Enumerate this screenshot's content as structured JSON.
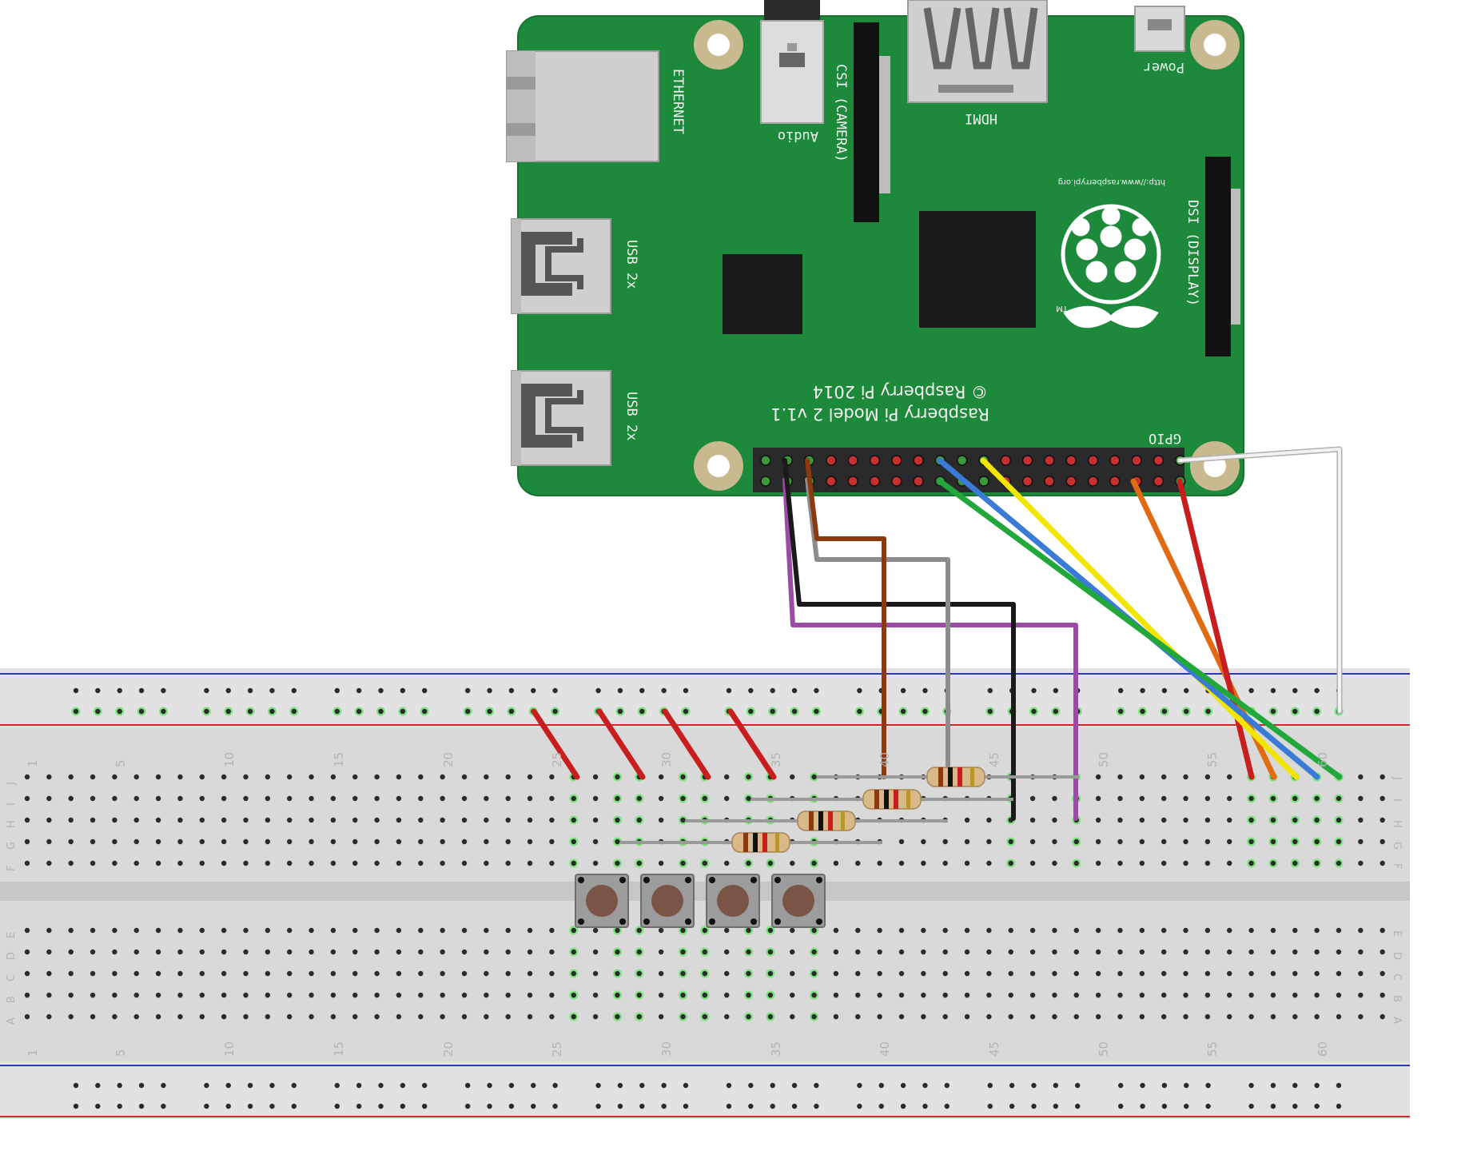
{
  "board": {
    "labels": {
      "ethernet": "ETHERNET",
      "usb_top": "USB 2x",
      "usb_bottom": "USB 2x",
      "audio": "Audio",
      "csi": "CSI (CAMERA)",
      "hdmi": "HDMI",
      "power": "Power",
      "dsi": "DSI (DISPLAY)",
      "url": "http://www.raspberrypi.org",
      "copyright": "© Raspberry Pi 2014",
      "model": "Raspberry Pi Model 2 v1.1",
      "gpio": "GPIO",
      "tm": "TM"
    },
    "colors": {
      "pcb": "#1c8a3a",
      "pcb_edge": "#167230",
      "hole_ring": "#c8b98e"
    }
  },
  "breadboard": {
    "column_numbers": [
      "1",
      "5",
      "10",
      "15",
      "20",
      "25",
      "30",
      "35",
      "40",
      "45",
      "50",
      "55",
      "60"
    ],
    "row_labels_top": [
      "J",
      "I",
      "H",
      "G",
      "F"
    ],
    "row_labels_bottom": [
      "E",
      "D",
      "C",
      "B",
      "A"
    ],
    "colors": {
      "body": "#d9d9d9",
      "blue_line": "#2c39b3",
      "red_line": "#d02828",
      "hole": "#2b2b2b",
      "active_hole": "#33cc33"
    }
  },
  "wires": [
    {
      "name": "wire-purple",
      "color": "#9b4aa6"
    },
    {
      "name": "wire-brown",
      "color": "#8b3a0f"
    },
    {
      "name": "wire-gray",
      "color": "#8c8c8c"
    },
    {
      "name": "wire-black",
      "color": "#1a1a1a"
    },
    {
      "name": "wire-green",
      "color": "#22a83a"
    },
    {
      "name": "wire-blue",
      "color": "#3a7bd5"
    },
    {
      "name": "wire-yellow",
      "color": "#f2e600"
    },
    {
      "name": "wire-orange",
      "color": "#e06b12"
    },
    {
      "name": "wire-red",
      "color": "#c81e1e"
    },
    {
      "name": "wire-white",
      "color": "#e8e8e8"
    }
  ],
  "components": {
    "buttons": [
      "pushbutton-1",
      "pushbutton-2",
      "pushbutton-3",
      "pushbutton-4"
    ],
    "resistors": [
      "resistor-1",
      "resistor-2",
      "resistor-3",
      "resistor-4"
    ]
  }
}
